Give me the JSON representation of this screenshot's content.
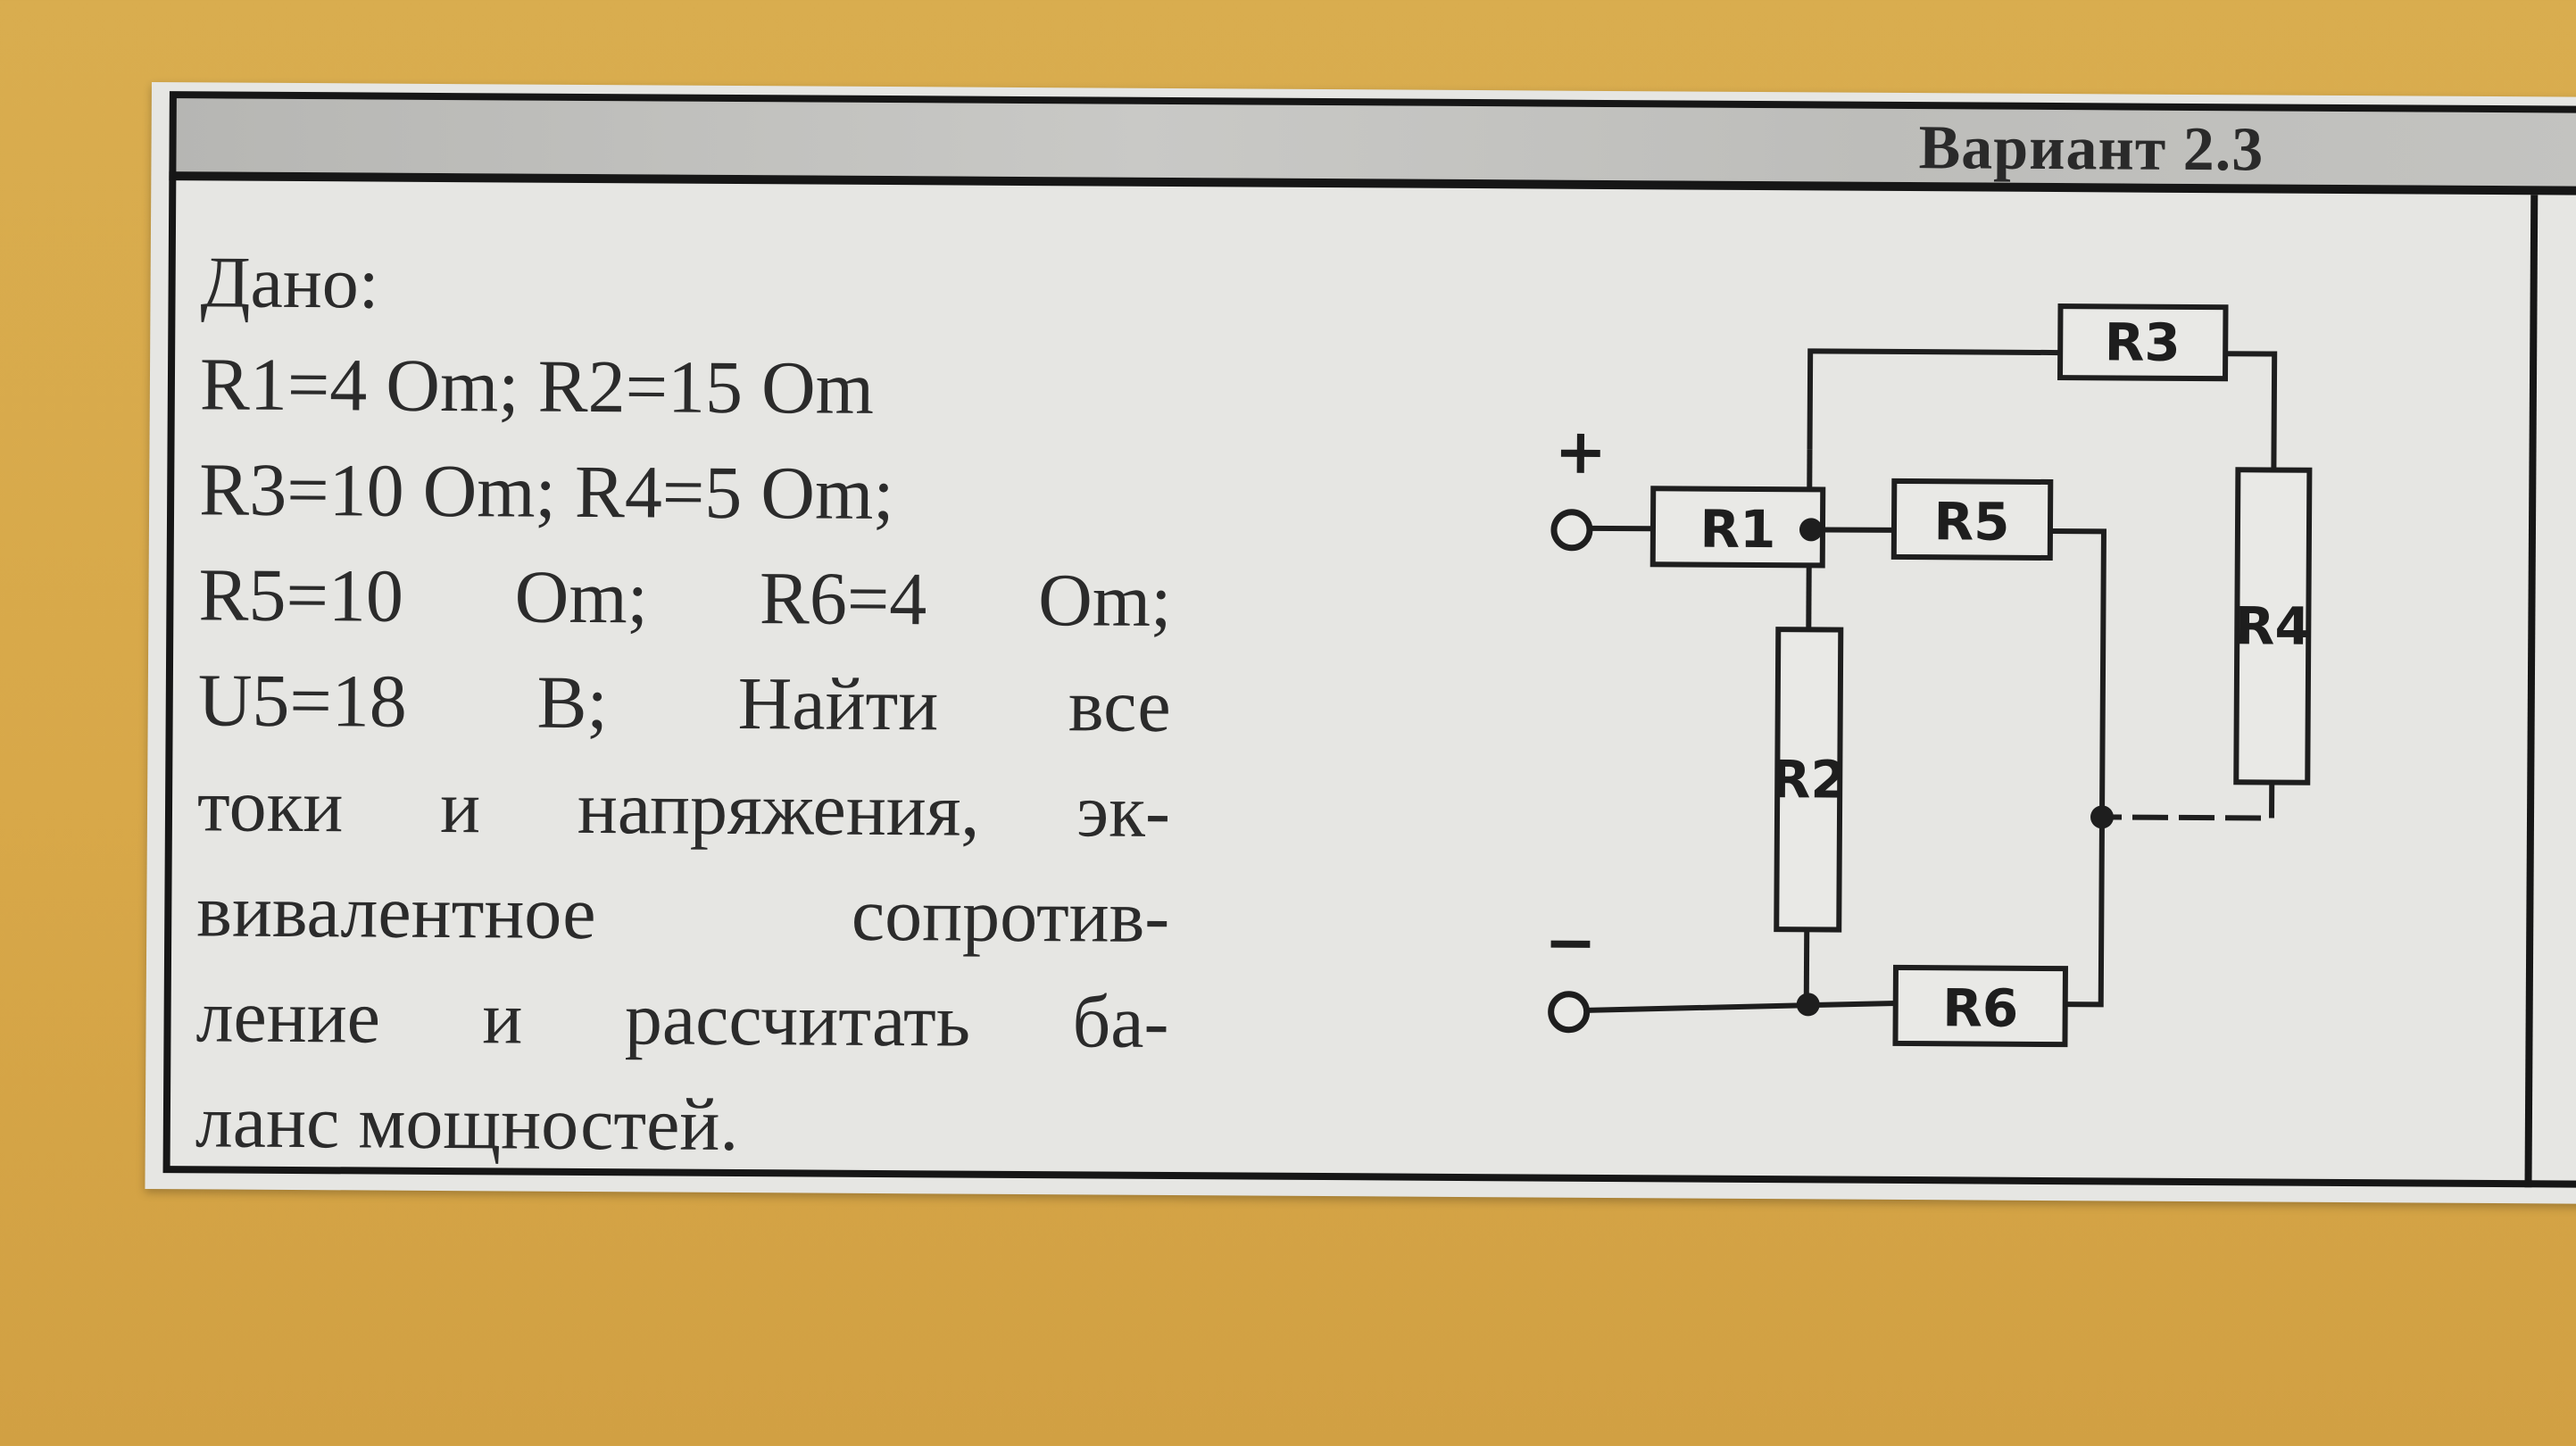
{
  "header": {
    "variant": "Вариант 2.3"
  },
  "problem": {
    "given_label": "Дано:",
    "lines": [
      "R1=4 Om; R2=15 Om",
      "R3=10 Om; R4=5 Om;",
      "R5=10 Om; R6=4 Om;",
      "U5=18 B; Найти все",
      "токи и напряжения, эк-",
      "вивалентное сопротив-",
      "ление и рассчитать ба-",
      "ланс мощностей."
    ]
  },
  "circuit": {
    "terminal_plus": "+",
    "terminal_minus": "−",
    "resistors": {
      "r1": "R1",
      "r2": "R2",
      "r3": "R3",
      "r4": "R4",
      "r5": "R5",
      "r6": "R6"
    }
  }
}
